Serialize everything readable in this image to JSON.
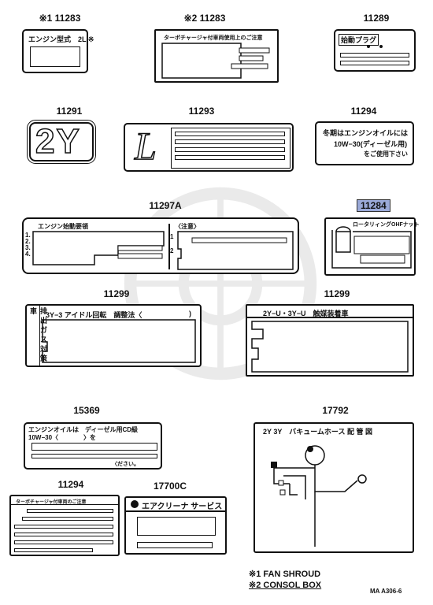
{
  "parts": {
    "p1": {
      "num": "11283",
      "mark": "※1"
    },
    "p2": {
      "num": "11283",
      "mark": "※2"
    },
    "p3": {
      "num": "11289"
    },
    "p4": {
      "num": "11291"
    },
    "p5": {
      "num": "11293"
    },
    "p6": {
      "num": "11294"
    },
    "p7": {
      "num": "11297A"
    },
    "p8": {
      "num": "11284"
    },
    "p9": {
      "num": "11299"
    },
    "p10": {
      "num": "11299"
    },
    "p11": {
      "num": "15369"
    },
    "p12": {
      "num": "17792"
    },
    "p13": {
      "num": "11294"
    },
    "p14": {
      "num": "17700C"
    }
  },
  "labels": {
    "l1": {
      "text": "エンジン型式　2L ※"
    },
    "l2": {
      "text": "ターボチャージャ付車両使用上のご注意"
    },
    "l3": {
      "text": "始動プラグ"
    },
    "l4": {
      "text": "2Y"
    },
    "l5": {
      "text": "L"
    },
    "l6": {
      "line1": "冬期はエンジンオイルには",
      "line2": "10W−30(ディーゼル用)",
      "line3": "をご使用下さい"
    },
    "l7": {
      "left": "エンジン始動要領",
      "right": "〈注意〉",
      "n1": "1.",
      "n2": "2.",
      "n3": "3.",
      "n4": "4.",
      "r1": "1",
      "r2": "2"
    },
    "l8": {
      "text": "ロータリィングOHFナット"
    },
    "l9": {
      "side": "排出ガス対策車",
      "text": "3Y−3 アイドル回転　調整法〈"
    },
    "l10": {
      "text": "2Y−U・3Y−U　触媒装着車"
    },
    "l11": {
      "line1": "エンジンオイルは　ディーゼル用CD級",
      "line2": "10W−30〈　　　　〉を",
      "line3": "〈ださい。"
    },
    "l12": {
      "text": "2Y 3Y　バキュームホース 配 管 図"
    },
    "l13": {
      "text": "ターボチャージャ付車両のご注意"
    },
    "l14": {
      "text": "エアクリーナ サービス"
    }
  },
  "footer": {
    "line1": "※1 FAN SHROUD",
    "line2": "※2 CONSOL BOX",
    "code": "MA A306-6"
  },
  "colors": {
    "highlight": "#9aa9d8",
    "ink": "#111111"
  }
}
